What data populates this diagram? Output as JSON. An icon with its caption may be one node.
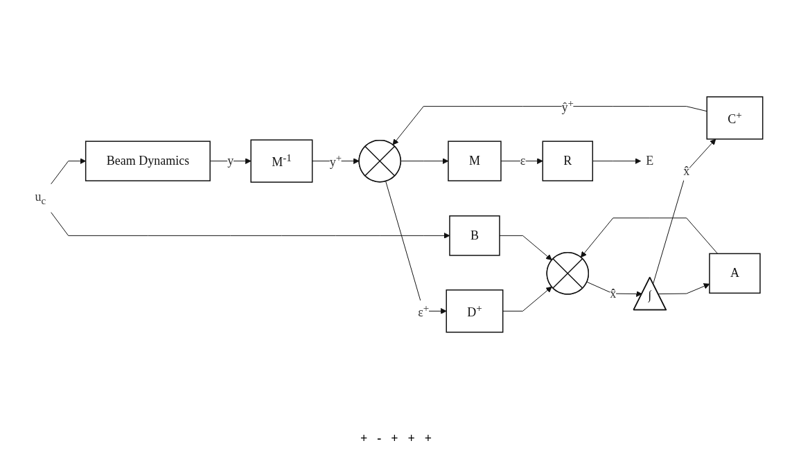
{
  "diagram": {
    "nodes": [
      {
        "text": [
          "u$_{c}$"
        ]
      },
      {
        "text": [
          "Beam Dynamics"
        ]
      },
      {
        "text": [
          "M$^{-1}$"
        ]
      },
      {
        "text": [],
        "shape": "circle"
      },
      {
        "text": [
          "D$^{+}$"
        ]
      },
      {
        "text": [
          "M"
        ]
      },
      {
        "text": [
          "R"
        ]
      },
      {
        "text": [
          "B"
        ]
      },
      {
        "text": [],
        "shape": "circle"
      },
      {
        "text": [
          "∫"
        ]
      },
      {
        "text": [
          "C$^{+}$"
        ]
      },
      {
        "text": [
          "A"
        ]
      },
      {
        "text": [
          "E"
        ]
      }
    ],
    "edges": [
      {
        "from": 0,
        "to": 1,
        "arrow": "to"
      },
      {
        "from": 0,
        "to": 7,
        "arrow": "to"
      },
      {
        "from": 1,
        "to": 2,
        "label": "y",
        "arrow": "to"
      },
      {
        "from": 2,
        "to": 3,
        "label": "y$^{+}$",
        "arrow": "to"
      },
      {
        "from": 3,
        "to": 4,
        "label": "ε$^{+}$",
        "arrow": "to"
      },
      {
        "from": 3,
        "to": 5,
        "arrow": "to"
      },
      {
        "from": 5,
        "to": 6,
        "label": "ε",
        "arrow": "to"
      },
      {
        "from": 6,
        "to": 12,
        "arrow": "to"
      },
      {
        "from": 4,
        "to": 8,
        "arrow": "to"
      },
      {
        "from": 7,
        "to": 8,
        "arrow": "to"
      },
      {
        "from": 8,
        "to": 9,
        "label": "x̂̇",
        "arrow": "to"
      },
      {
        "from": 9,
        "to": 10,
        "label": "x̂",
        "arrow": "to"
      },
      {
        "from": 9,
        "to": 11,
        "arrow": "to"
      },
      {
        "from": 10,
        "to": 3,
        "label": "ŷ$^{+}$",
        "arrow": "to"
      },
      {
        "from": 11,
        "to": 8,
        "arrow": "to"
      }
    ],
    "labels": [
      "+",
      "-",
      "+",
      "+",
      "+"
    ]
  }
}
